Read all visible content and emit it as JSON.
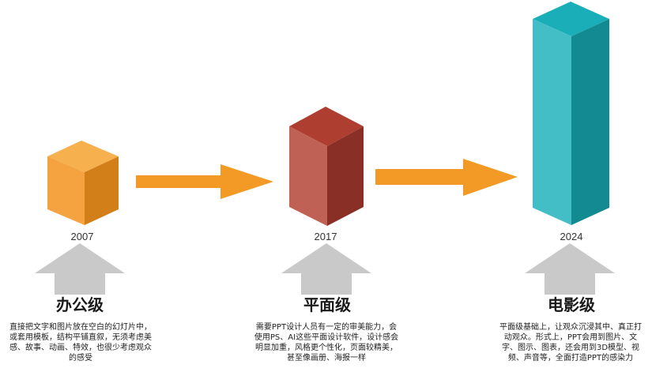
{
  "colors": {
    "orange_front": "#F4A340",
    "orange_top": "#F7B04E",
    "orange_side": "#D27F1A",
    "red_front": "#BF6155",
    "red_top": "#AE3F30",
    "red_side": "#8A2F26",
    "teal_front": "#44BEC6",
    "teal_top": "#1AAFB8",
    "teal_side": "#138A92",
    "arrow": "#F39A26",
    "up_arrow": "#C9C9C9"
  },
  "stages": [
    {
      "year": "2007",
      "title": "办公级",
      "lines": [
        "直接把文字和图片放在空白的幻灯片中，",
        "或套用模板，结构平铺直叙，无须考虑美",
        "感、故事、动画、特效，也很少考虑观众",
        "的感受"
      ]
    },
    {
      "year": "2017",
      "title": "平面级",
      "lines": [
        "需要PPT设计人员有一定的审美能力，会",
        "使用PS、AI这些平面设计软件，设计感会",
        "明显加重，风格更个性化，页面较精美，",
        "甚至像画册、海报一样"
      ]
    },
    {
      "year": "2024",
      "title": "电影级",
      "lines": [
        "平面级基础上，让观众沉浸其中、真正打",
        "动观众。形式上，PPT会用到图片、文",
        "字、图示、图表，还会用到3D模型、视",
        "频、声音等，全面打造PPT的感染力"
      ]
    }
  ]
}
